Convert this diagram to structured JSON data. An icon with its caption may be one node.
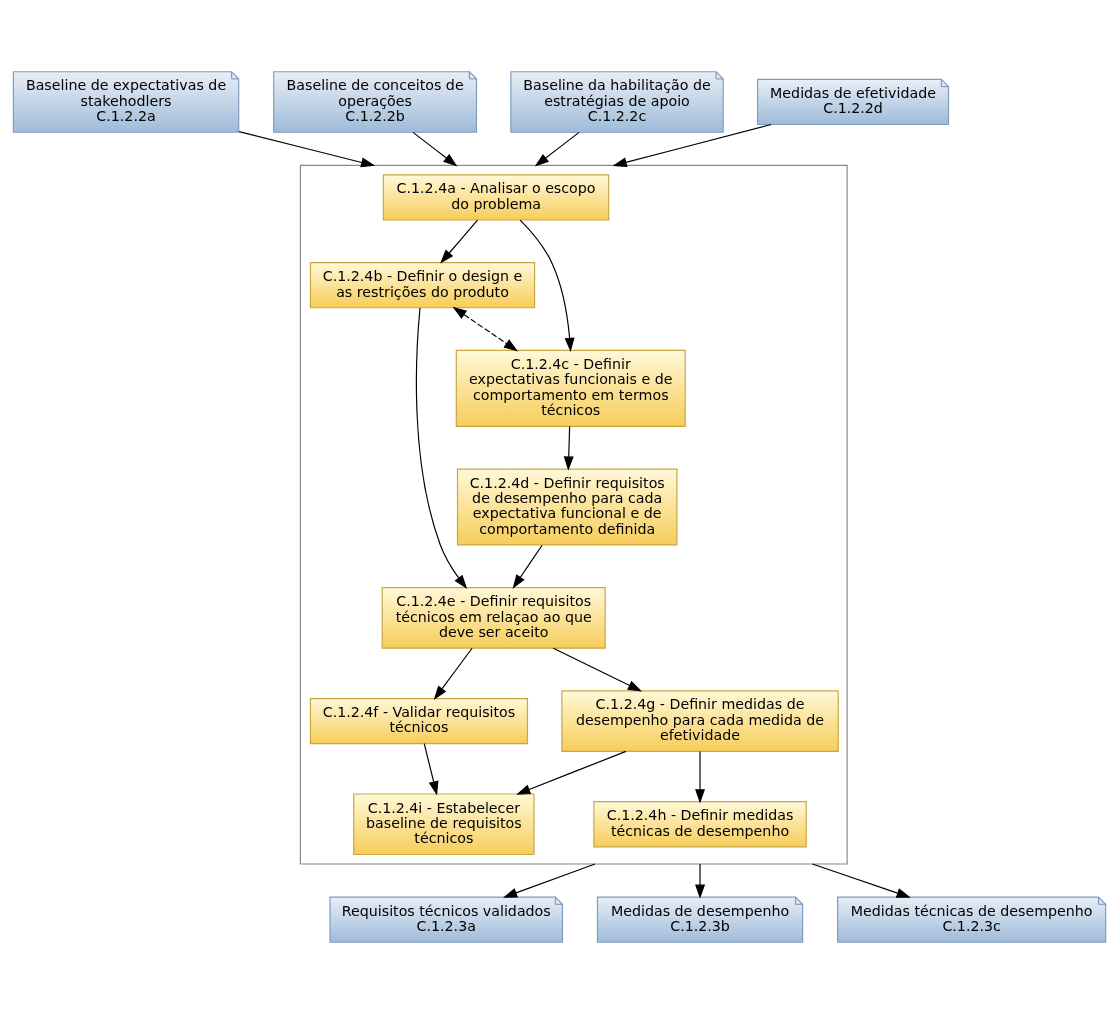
{
  "diagram": {
    "nodes": [
      {
        "text": [],
        "shape": "box"
      },
      {
        "text": [
          "Baseline de expectativas de stakehodlers",
          "C.1.2.2a"
        ]
      },
      {
        "text": [
          "Baseline de conceitos de operações",
          "C.1.2.2b"
        ]
      },
      {
        "text": [
          "Baseline da habilitação de estratégias de apoio",
          "C.1.2.2c"
        ]
      },
      {
        "text": [
          "Medidas de efetividade",
          "C.1.2.2d"
        ]
      },
      {
        "text": [
          "C.1.2.4a - Analisar o escopo do problema"
        ],
        "in": 0
      },
      {
        "text": [
          "C.1.2.4b - Definir o design e as restrições do produto"
        ],
        "in": 0
      },
      {
        "text": [
          "C.1.2.4c - Definir expectativas funcionais e de comportamento em termos técnicos"
        ],
        "in": 0
      },
      {
        "text": [
          "C.1.2.4d - Definir requisitos de desempenho para cada expectativa funcional e de comportamento definida"
        ],
        "in": 0
      },
      {
        "text": [
          "C.1.2.4e - Definir requisitos técnicos em relaçao ao que deve ser aceito"
        ],
        "in": 0
      },
      {
        "text": [
          "C.1.2.4f - Validar requisitos técnicos"
        ],
        "in": 0
      },
      {
        "text": [
          "C.1.2.4g - Definir medidas de desempenho para cada medida de efetividade"
        ],
        "in": 0
      },
      {
        "text": [
          "C.1.2.4i - Estabelecer baseline de requisitos técnicos"
        ],
        "in": 0
      },
      {
        "text": [
          "C.1.2.4h - Definir medidas técnicas de desempenho"
        ],
        "in": 0
      },
      {
        "text": [
          "Requisitos técnicos validados",
          "C.1.2.3a"
        ]
      },
      {
        "text": [
          "Medidas de desempenho",
          "C.1.2.3b"
        ]
      },
      {
        "text": [
          "Medidas técnicas de desempenho",
          "C.1.2.3c"
        ]
      }
    ],
    "edges": [
      {
        "from": 1,
        "to": 0,
        "arrow": "to"
      },
      {
        "from": 2,
        "to": 0,
        "arrow": "to"
      },
      {
        "from": 3,
        "to": 0,
        "arrow": "to"
      },
      {
        "from": 4,
        "to": 0,
        "arrow": "to"
      },
      {
        "from": 5,
        "to": 6,
        "arrow": "to"
      },
      {
        "from": 5,
        "to": 7,
        "arrow": "to"
      },
      {
        "from": 6,
        "to": 7,
        "arrow": "both",
        "style": "dashed"
      },
      {
        "from": 7,
        "to": 8,
        "arrow": "to"
      },
      {
        "from": 6,
        "to": 9,
        "arrow": "to"
      },
      {
        "from": 8,
        "to": 9,
        "arrow": "to"
      },
      {
        "from": 9,
        "to": 10,
        "arrow": "to"
      },
      {
        "from": 9,
        "to": 11,
        "arrow": "to"
      },
      {
        "from": 10,
        "to": 12,
        "arrow": "to"
      },
      {
        "from": 11,
        "to": 12,
        "arrow": "to"
      },
      {
        "from": 11,
        "to": 13,
        "arrow": "to"
      },
      {
        "from": 0,
        "to": 14,
        "arrow": "to"
      },
      {
        "from": 0,
        "to": 15,
        "arrow": "to"
      },
      {
        "from": 0,
        "to": 16,
        "arrow": "to"
      }
    ]
  }
}
